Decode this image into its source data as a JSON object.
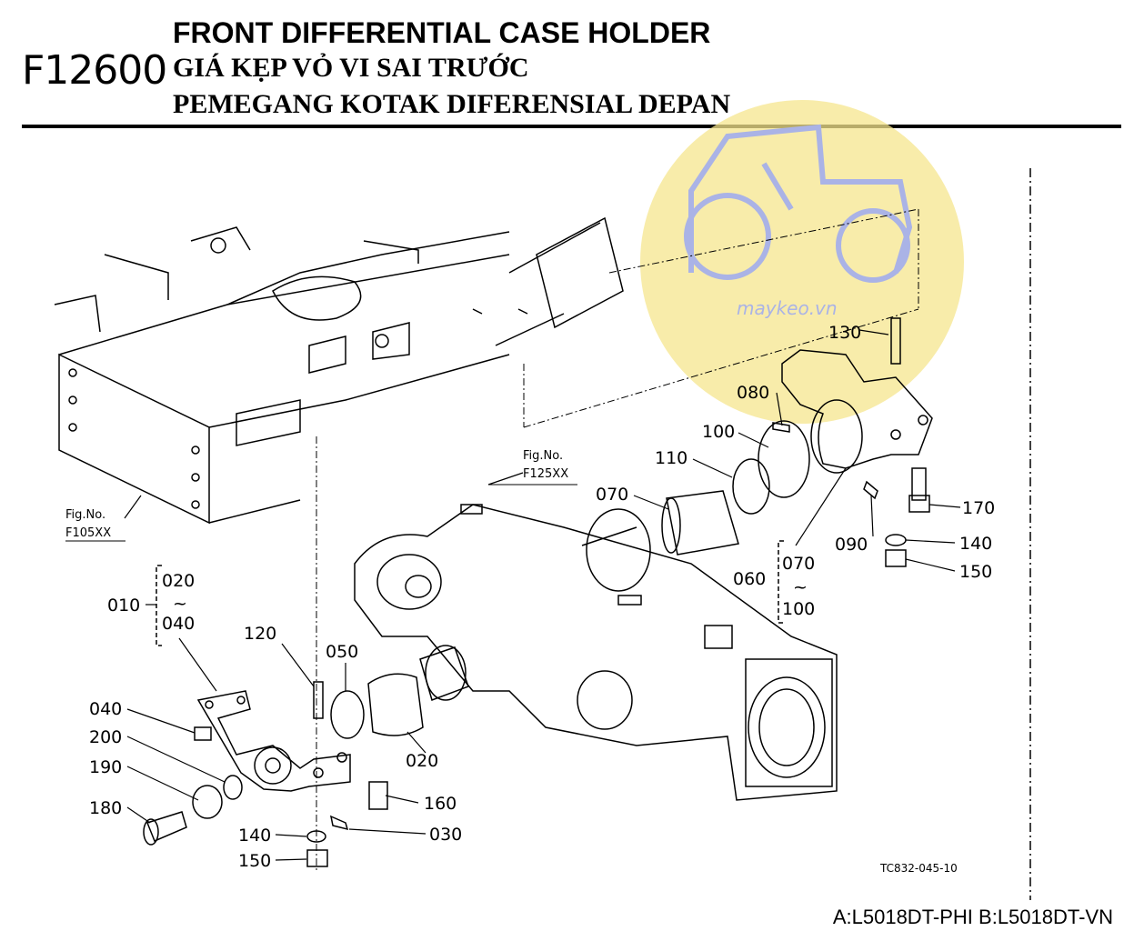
{
  "header": {
    "fig_code": "F12600",
    "title_en": "FRONT DIFFERENTIAL CASE HOLDER",
    "title_vi": "GIÁ KẸP VỎ VI SAI TRƯỚC",
    "title_id": "PEMEGANG KOTAK DIFERENSIAL DEPAN"
  },
  "watermark": {
    "text": "maykeo.vn",
    "color": "#f6e58e",
    "icon_color": "#aab3e6"
  },
  "figure_refs": {
    "frame": {
      "fig": "Fig.No.",
      "code": "F105XX"
    },
    "axle": {
      "fig": "Fig.No.",
      "code": "F125XX"
    }
  },
  "parts": {
    "p010": "010",
    "p020_a": "020",
    "p040_a": "040",
    "p020_b": "020",
    "p030": "030",
    "p040": "040",
    "p050": "050",
    "p060": "060",
    "p070_a": "070",
    "p100_a": "100",
    "p070": "070",
    "p080": "080",
    "p090": "090",
    "p100": "100",
    "p110": "110",
    "p120": "120",
    "p130": "130",
    "p140_a": "140",
    "p150_a": "150",
    "p140_b": "140",
    "p150_b": "150",
    "p160": "160",
    "p170": "170",
    "p180": "180",
    "p190": "190",
    "p200": "200",
    "tilde": "~"
  },
  "drawing_ref": "TC832-045-10",
  "models": "A:L5018DT-PHI B:L5018DT-VN"
}
